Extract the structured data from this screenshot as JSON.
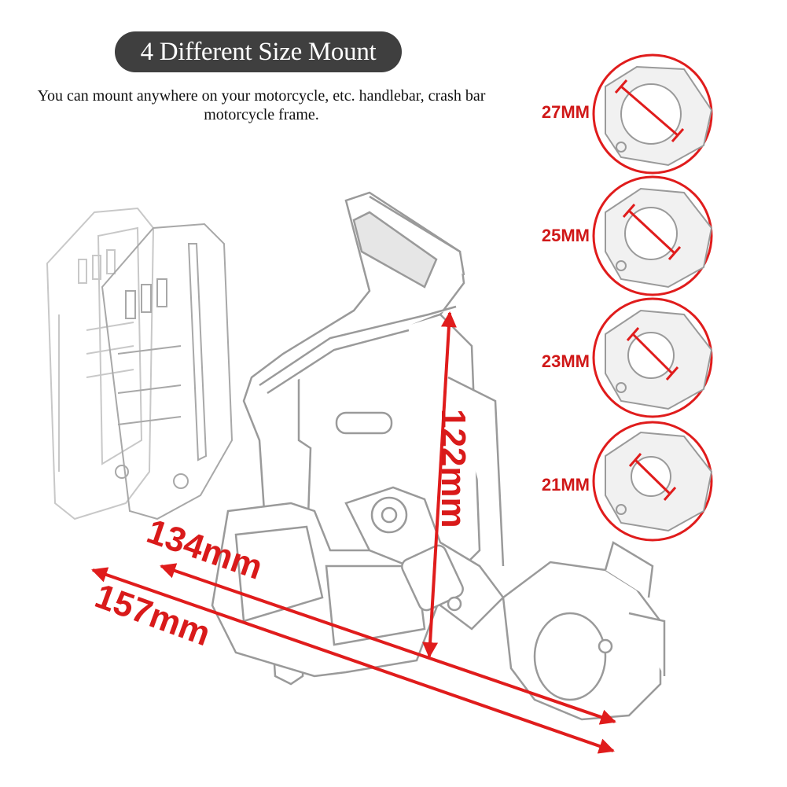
{
  "header": {
    "title": "4 Different Size Mount",
    "subtitle_line1": "You can mount anywhere on your motorcycle, etc. handlebar, crash bar",
    "subtitle_line2": "motorcycle frame."
  },
  "clamp_sizes": [
    {
      "label": "27MM"
    },
    {
      "label": "25MM"
    },
    {
      "label": "23MM"
    },
    {
      "label": "21MM"
    }
  ],
  "dimensions": {
    "height": "122mm",
    "width_inner": "134mm",
    "width_outer": "157mm"
  },
  "colors": {
    "accent_red": "#e01c1c",
    "title_pill": "#3f3f3f",
    "line_art": "#9a9a9a"
  }
}
